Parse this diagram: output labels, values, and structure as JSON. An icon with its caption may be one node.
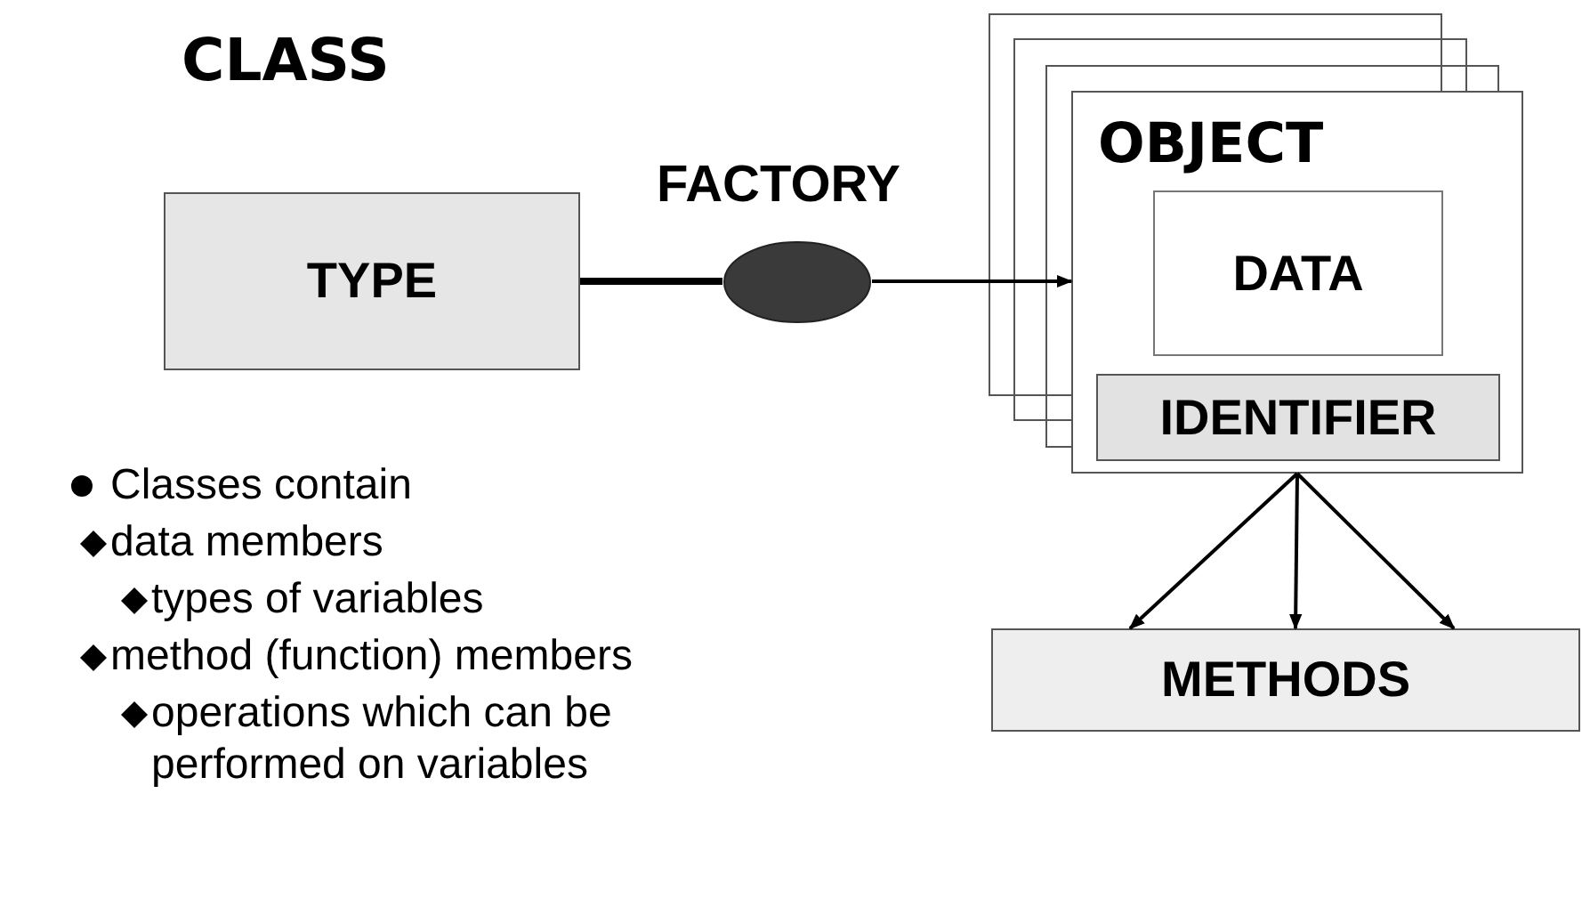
{
  "diagram": {
    "title": "CLASS",
    "nodes": [
      {
        "text": [
          "TYPE"
        ]
      },
      {
        "text": [
          "FACTORY"
        ]
      },
      {
        "text": [
          "OBJECT"
        ]
      },
      {
        "text": [
          "DATA"
        ],
        "in": 2
      },
      {
        "text": [
          "IDENTIFIER"
        ],
        "in": 2
      },
      {
        "text": [
          "METHODS"
        ]
      }
    ],
    "edges": [
      {
        "from": 0,
        "to": 1,
        "arrow": "none",
        "style": "thick"
      },
      {
        "from": 1,
        "to": 2,
        "arrow": "to"
      },
      {
        "from": 2,
        "to": 5,
        "arrow": "to"
      },
      {
        "from": 2,
        "to": 5,
        "arrow": "to"
      },
      {
        "from": 2,
        "to": 5,
        "arrow": "to"
      }
    ],
    "labels": [
      "Classes contain",
      "data members",
      "types of variables",
      "method (function) members",
      "operations which can be performed on variables"
    ]
  }
}
